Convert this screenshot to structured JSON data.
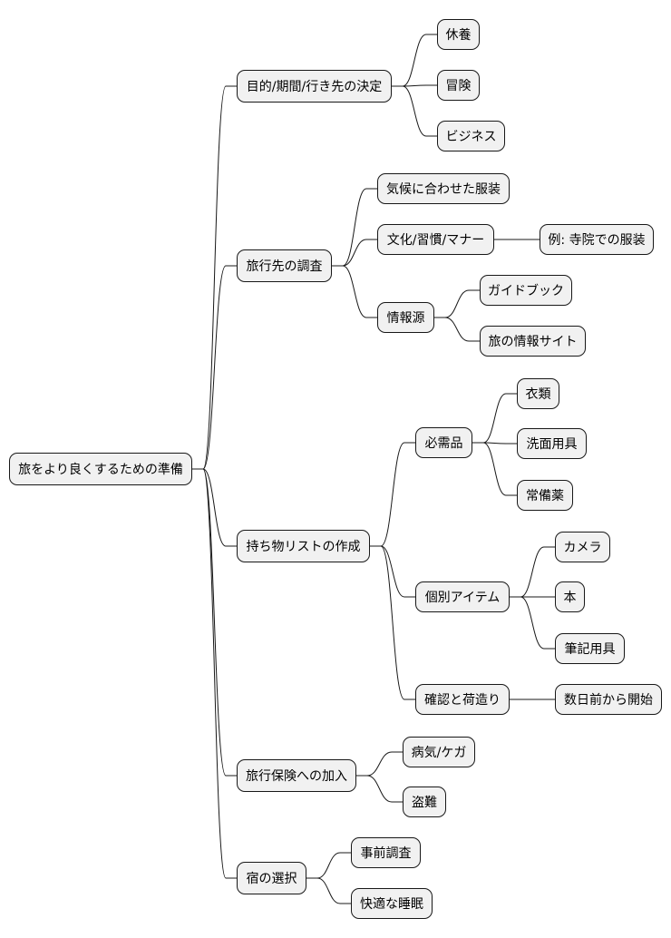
{
  "mindmap": {
    "root": "旅をより良くするための準備",
    "branches": [
      {
        "label": "目的/期間/行き先の決定",
        "children": [
          {
            "label": "休養"
          },
          {
            "label": "冒険"
          },
          {
            "label": "ビジネス"
          }
        ]
      },
      {
        "label": "旅行先の調査",
        "children": [
          {
            "label": "気候に合わせた服装"
          },
          {
            "label": "文化/習慣/マナー",
            "children": [
              {
                "label": "例: 寺院での服装"
              }
            ]
          },
          {
            "label": "情報源",
            "children": [
              {
                "label": "ガイドブック"
              },
              {
                "label": "旅の情報サイト"
              }
            ]
          }
        ]
      },
      {
        "label": "持ち物リストの作成",
        "children": [
          {
            "label": "必需品",
            "children": [
              {
                "label": "衣類"
              },
              {
                "label": "洗面用具"
              },
              {
                "label": "常備薬"
              }
            ]
          },
          {
            "label": "個別アイテム",
            "children": [
              {
                "label": "カメラ"
              },
              {
                "label": "本"
              },
              {
                "label": "筆記用具"
              }
            ]
          },
          {
            "label": "確認と荷造り",
            "children": [
              {
                "label": "数日前から開始"
              }
            ]
          }
        ]
      },
      {
        "label": "旅行保険への加入",
        "children": [
          {
            "label": "病気/ケガ"
          },
          {
            "label": "盗難"
          }
        ]
      },
      {
        "label": "宿の選択",
        "children": [
          {
            "label": "事前調査"
          },
          {
            "label": "快適な睡眠"
          }
        ]
      }
    ]
  }
}
